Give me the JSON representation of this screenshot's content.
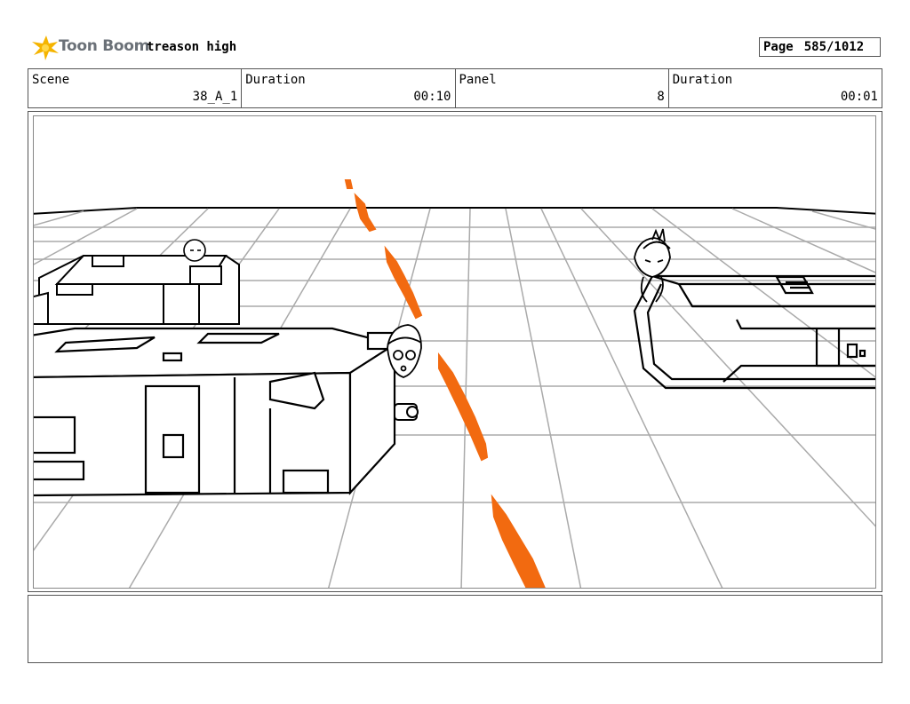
{
  "header": {
    "logo_text": "Toon Boom",
    "project_title": "treason high",
    "page_label": "Page",
    "page_number": "585/1012"
  },
  "info": {
    "scene_label": "Scene",
    "scene_value": "38_A_1",
    "duration_label": "Duration",
    "duration_value": "00:10",
    "panel_label": "Panel",
    "panel_value": "8",
    "panel_duration_label": "Duration",
    "panel_duration_value": "00:01"
  },
  "colors": {
    "logo_star": "#f5b400",
    "logo_text": "#6b7178",
    "laser": "#f26a10",
    "grid": "#aaaaaa"
  }
}
